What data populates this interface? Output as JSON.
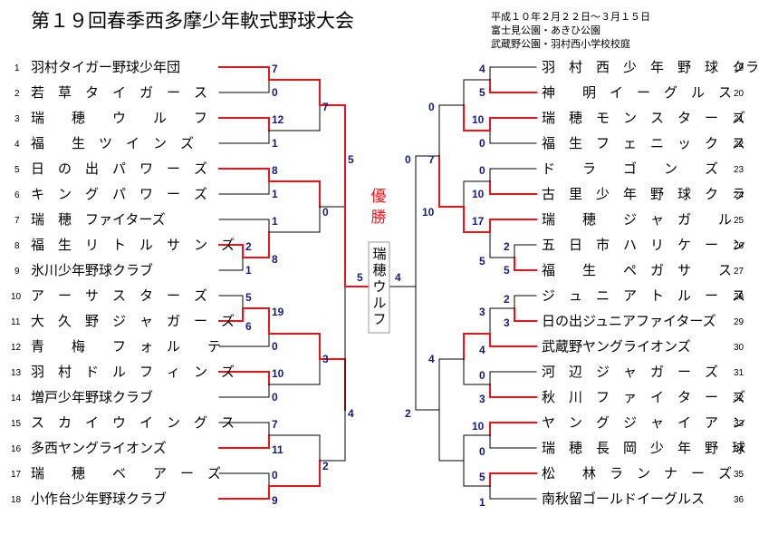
{
  "title": "第１９回春季西多摩少年軟式野球大会",
  "info": [
    "平成１０年２月２２日～３月１５日",
    "富士見公園・あきひ公園",
    "武蔵野公園・羽村西小学校校庭"
  ],
  "champion": {
    "label": [
      "優",
      "勝"
    ],
    "team": [
      "瑞",
      "穂",
      "ウ",
      "ル",
      "フ"
    ]
  },
  "left_teams": [
    {
      "n": "1",
      "name": "羽村タイガー野球少年団"
    },
    {
      "n": "2",
      "name": "若　草　タ　イ　ガ　ー　ス"
    },
    {
      "n": "3",
      "name": "瑞　　穂　　ウ　　ル　　フ"
    },
    {
      "n": "4",
      "name": "福　　生　ツ　イ　ン　ズ"
    },
    {
      "n": "5",
      "name": "日　の　出　パ　ワ　ー　ズ"
    },
    {
      "n": "6",
      "name": "キ　ン　グ　パ　ワ　ー　ズ"
    },
    {
      "n": "7",
      "name": "瑞　穂　ファイターズ"
    },
    {
      "n": "8",
      "name": "福　生　リ　ト　ル　サ　ン　ズ"
    },
    {
      "n": "9",
      "name": "氷川少年野球クラブ"
    },
    {
      "n": "10",
      "name": "ア　ー　サ　ス　タ　ー　ズ"
    },
    {
      "n": "11",
      "name": "大　久　野　ジ　ャ　ガ　ー　ズ"
    },
    {
      "n": "12",
      "name": "青　　梅　　フ　ォ　ル　　テ"
    },
    {
      "n": "13",
      "name": "羽　村　ド　ル　フ　ィ　ン　ズ"
    },
    {
      "n": "14",
      "name": "増戸少年野球クラブ"
    },
    {
      "n": "15",
      "name": "ス　カ　イ　ウ　イ　ン　グ　ス"
    },
    {
      "n": "16",
      "name": "多西ヤングライオンズ"
    },
    {
      "n": "17",
      "name": "瑞　　穂　　ベ　　ア　ー　ズ"
    },
    {
      "n": "18",
      "name": "小作台少年野球クラブ"
    }
  ],
  "right_teams": [
    {
      "n": "19",
      "name": "羽　村　西　少　年　野　球　クラ"
    },
    {
      "n": "20",
      "name": "神　　明　イ　ー　グ　ル　ス"
    },
    {
      "n": "21",
      "name": "瑞　穂　モ　ン　ス　タ　ー　ズ"
    },
    {
      "n": "22",
      "name": "福　生　フ　ェ　ニ　ッ　ク　ス"
    },
    {
      "n": "23",
      "name": "ド　　ラ　　ゴ　　ン　　ズ"
    },
    {
      "n": "24",
      "name": "古　里　少　年　野　球　ク　ラ　ブ"
    },
    {
      "n": "25",
      "name": "瑞　　穂　　ジ　ャ　ガ　　ル"
    },
    {
      "n": "26",
      "name": "五　日　市　ハ　リ　ケ　ー　ン"
    },
    {
      "n": "27",
      "name": "福　　生　　ペ　ガ　サ　　ス"
    },
    {
      "n": "28",
      "name": "ジ　ュ　ニ　ア　ト　ル　ー　ス"
    },
    {
      "n": "29",
      "name": "日の出ジュニアファイターズ"
    },
    {
      "n": "30",
      "name": "武蔵野ヤングライオンズ"
    },
    {
      "n": "31",
      "name": "河　辺　ジ　ャ　ガ　ー　ズ"
    },
    {
      "n": "32",
      "name": "秋　川　フ　ァ　イ　タ　ー　ズ"
    },
    {
      "n": "33",
      "name": "ヤ　ン　グ　ジ　ャ　イ　ア　ン　ツ"
    },
    {
      "n": "34",
      "name": "瑞　穂　長　岡　少　年　野　球"
    },
    {
      "n": "35",
      "name": "松　　林　ラ　ン　ナ　ー　ズ"
    },
    {
      "n": "36",
      "name": "南秋留ゴールドイーグルス"
    }
  ],
  "scores": {
    "left": [
      [
        "7",
        "0"
      ],
      [
        "12",
        "1"
      ],
      [
        "8",
        "1"
      ],
      [
        "2",
        "1"
      ],
      [
        "1",
        "8"
      ],
      [
        "5",
        "6"
      ],
      [
        "19",
        "0"
      ],
      [
        "10",
        "0"
      ],
      [
        "7",
        "11"
      ],
      [
        "0",
        "9"
      ],
      [
        "7",
        "0"
      ],
      [
        "3",
        "2"
      ],
      [
        "5",
        "4"
      ],
      [
        "5"
      ]
    ],
    "right": [
      [
        "4",
        "5"
      ],
      [
        "10",
        "0"
      ],
      [
        "0",
        "10"
      ],
      [
        "2",
        "5"
      ],
      [
        "17",
        "5"
      ],
      [
        "2",
        "3"
      ],
      [
        "3",
        "4"
      ],
      [
        "0",
        "3"
      ],
      [
        "10",
        "0"
      ],
      [
        "5",
        "1"
      ],
      [
        "0",
        "7"
      ],
      [
        "10",
        "4"
      ],
      [
        "0",
        "2"
      ],
      [
        "4"
      ]
    ]
  }
}
